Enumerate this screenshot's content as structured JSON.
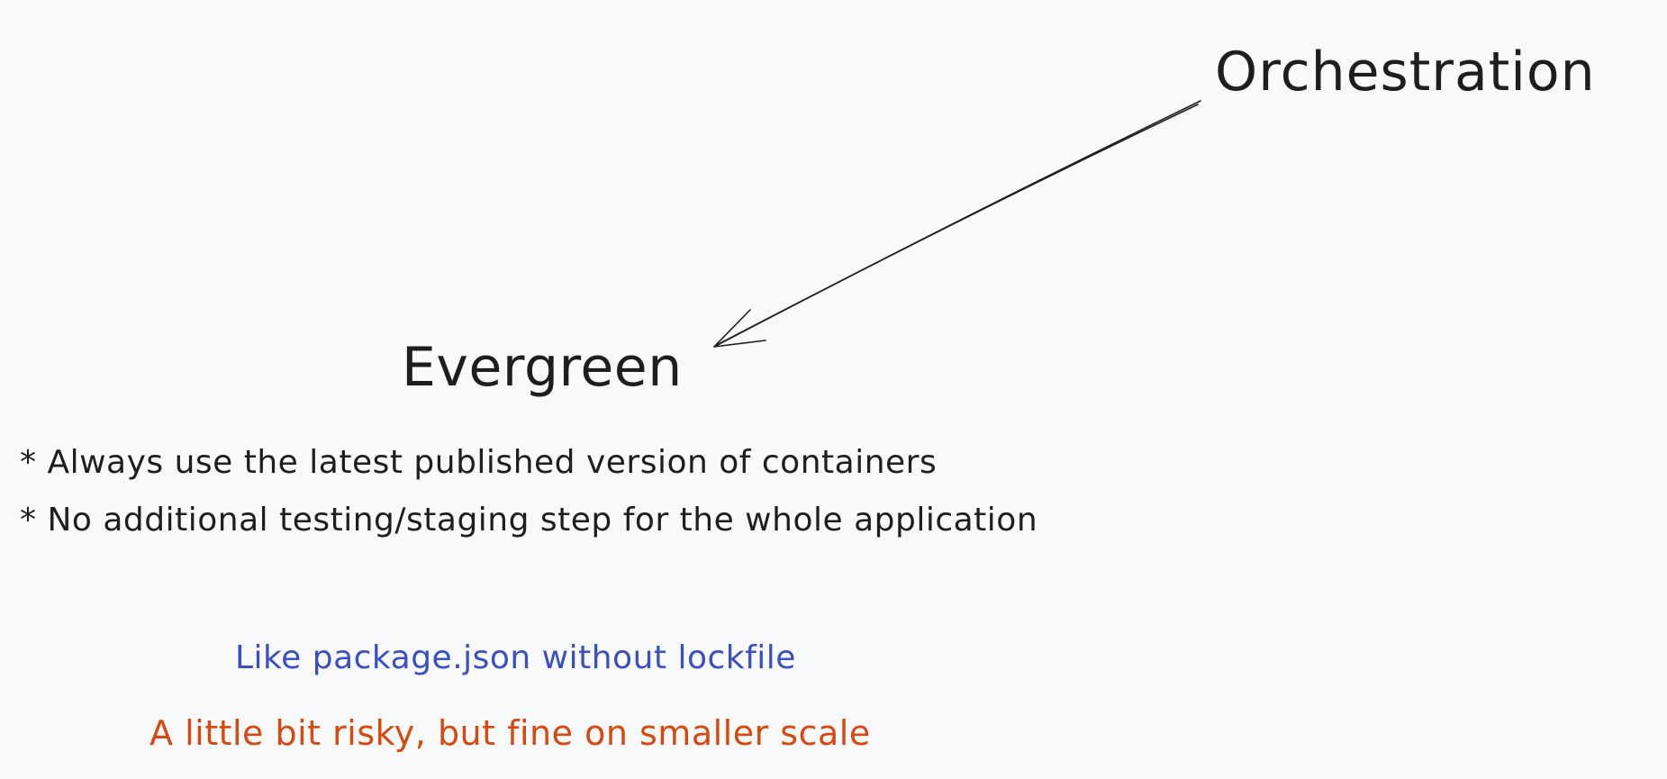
{
  "colors": {
    "background": "#f8f9fa",
    "ink": "#1e1e1e",
    "blue": "#3b4fc4",
    "orange": "#d9480f"
  },
  "nodes": {
    "orchestration": "Orchestration",
    "evergreen": "Evergreen"
  },
  "bullets": [
    "* Always use the latest published version of containers",
    "* No additional testing/staging step for the whole application"
  ],
  "notes": {
    "analogy": "Like package.json without lockfile",
    "risk": "A little bit risky, but fine on smaller scale"
  },
  "edges": [
    {
      "from": "orchestration",
      "to": "evergreen",
      "style": "arrow"
    }
  ]
}
